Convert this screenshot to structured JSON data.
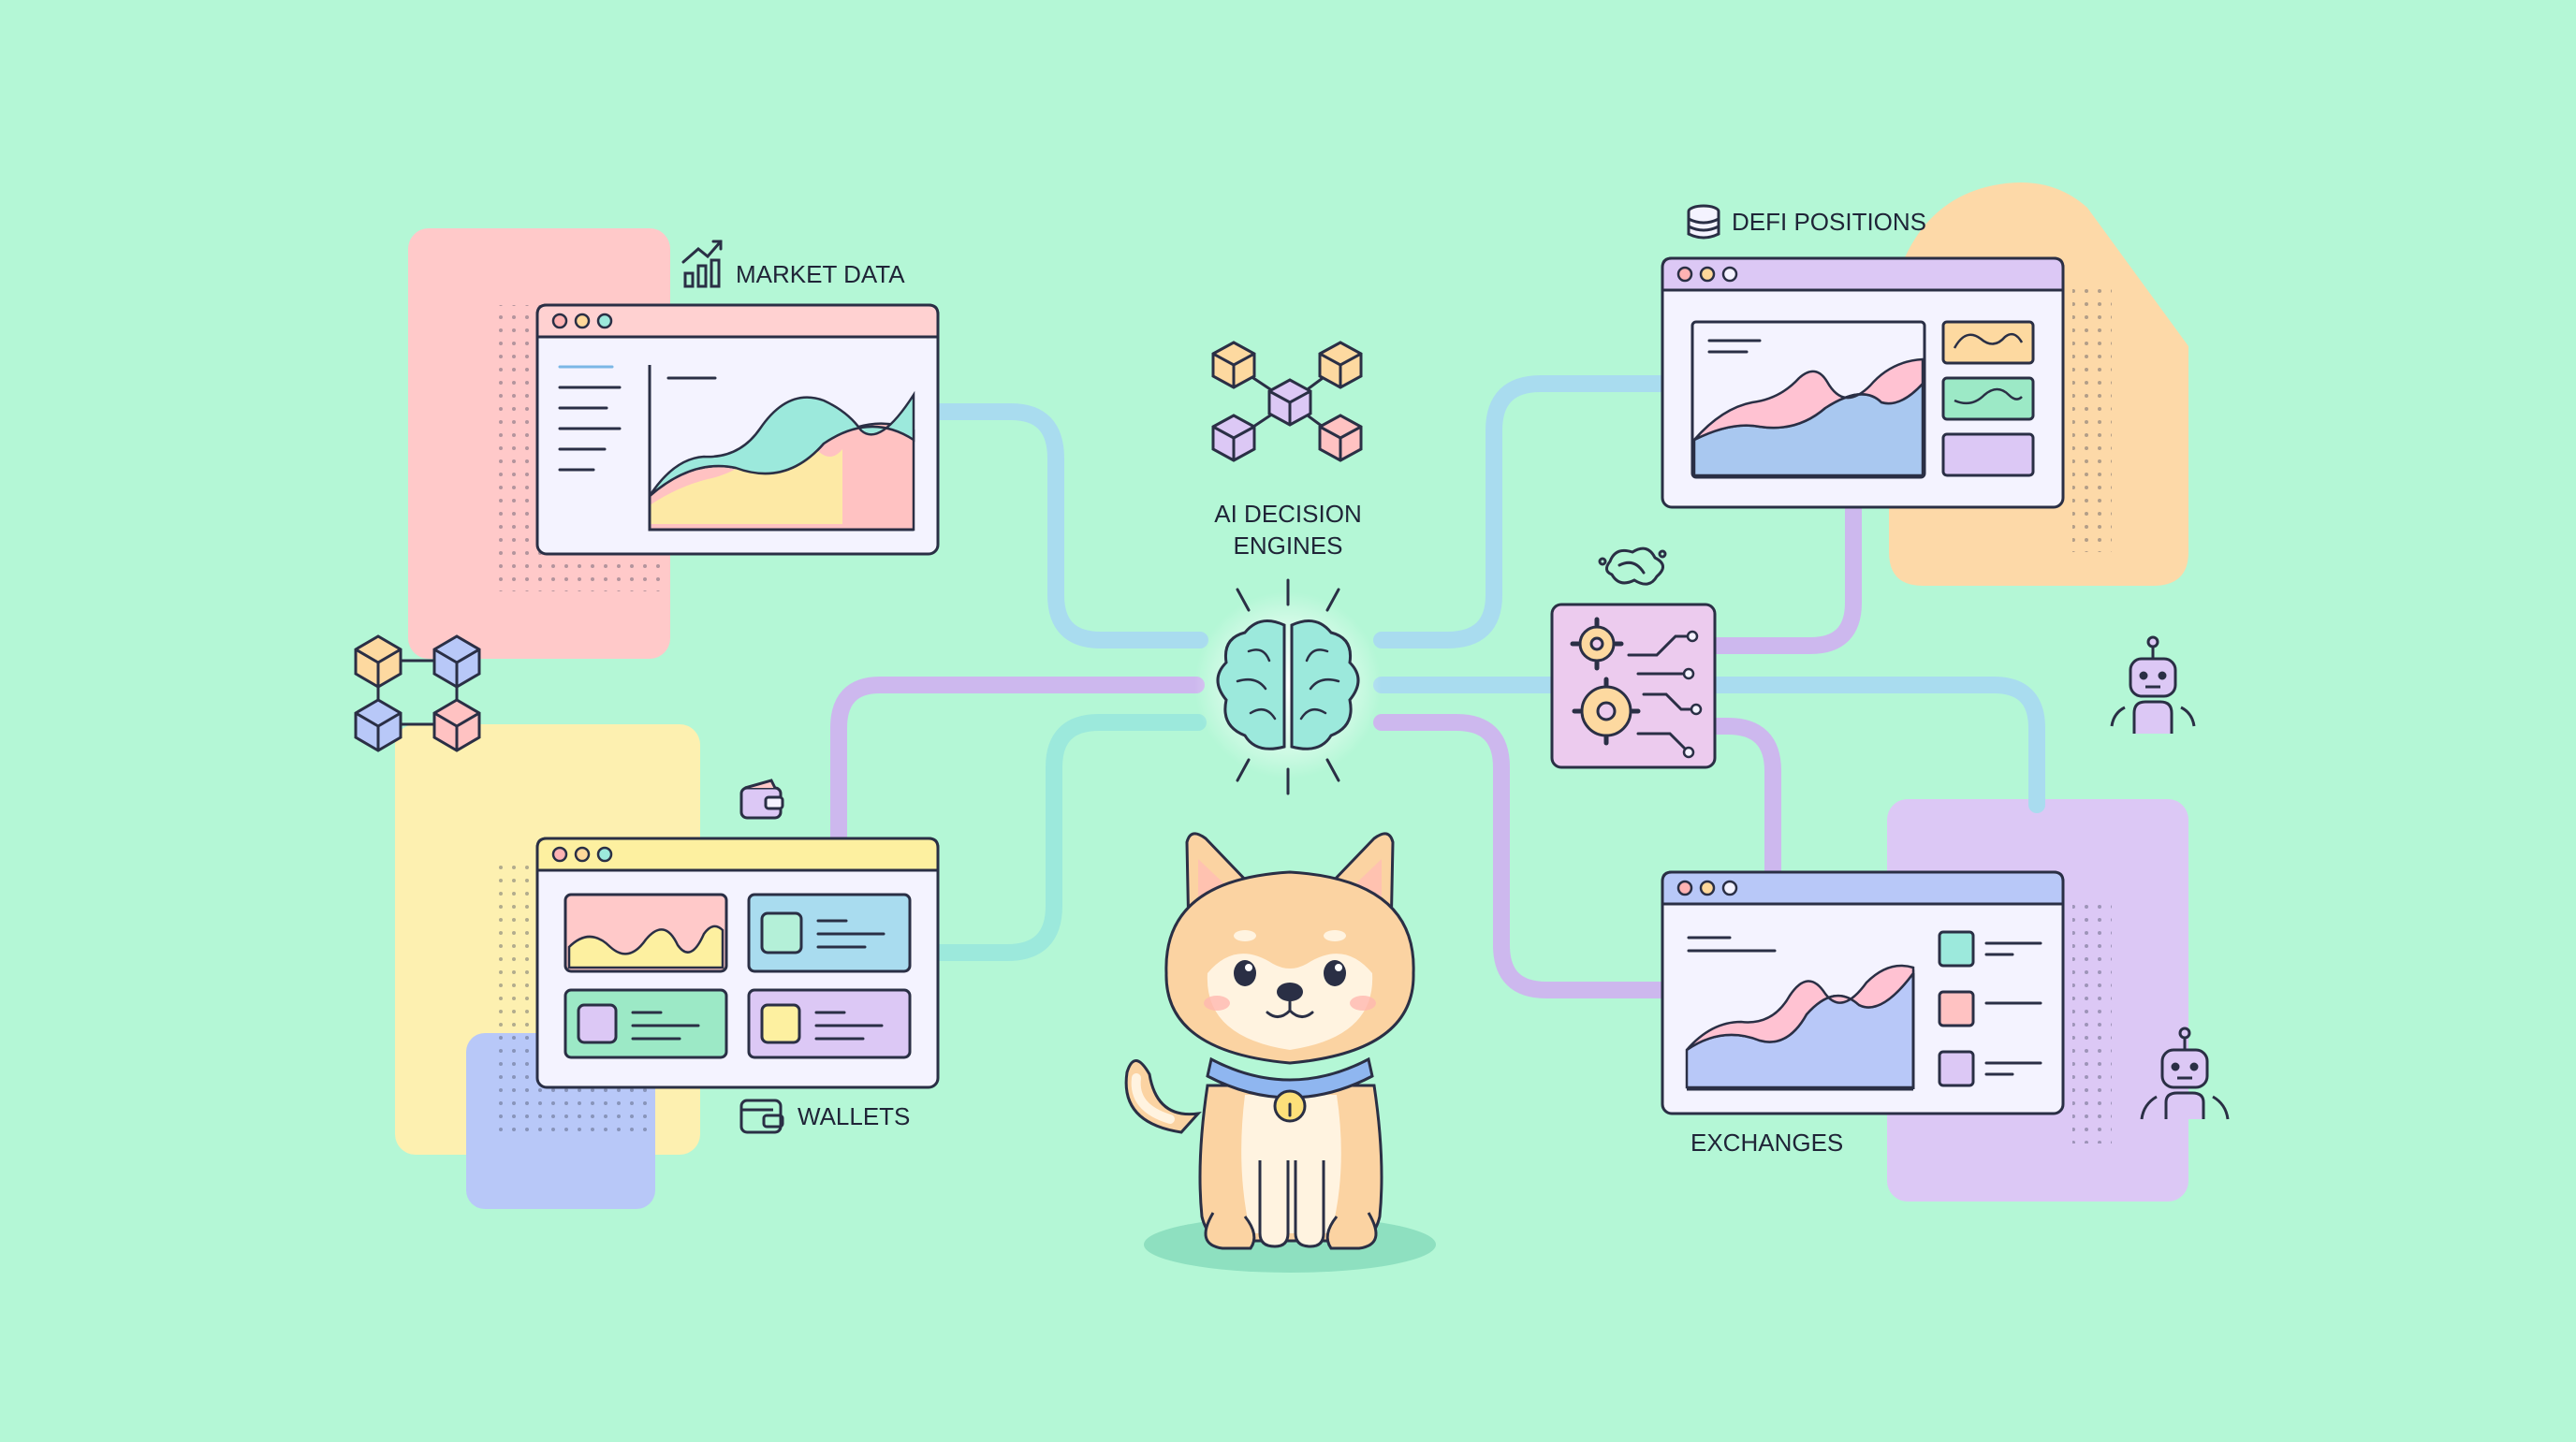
{
  "labels": {
    "market_data": "MARKET DATA",
    "defi_positions": "DEFI POSITIONS",
    "ai_decision_line1": "AI DECISION",
    "ai_decision_line2": "ENGINES",
    "wallets": "WALLETS",
    "exchanges": "EXCHANGES"
  },
  "icons": [
    "line-chart-icon",
    "database-icon",
    "brain-icon",
    "wallet-icon",
    "blockchain-cubes-icon",
    "gears-circuit-icon",
    "robot-icon",
    "shiba-dog-mascot"
  ],
  "colors": {
    "background": "#b4f7d6",
    "outline": "#2a2f45",
    "pink": "#ffc9c9",
    "yellow": "#fdf0b0",
    "blue": "#b8c8f8",
    "peach": "#fdd9a8",
    "lavender": "#dcc8f5",
    "teal": "#9ce9dc",
    "connector_blue": "#a9dcef",
    "connector_lavender": "#cdb8ee"
  }
}
